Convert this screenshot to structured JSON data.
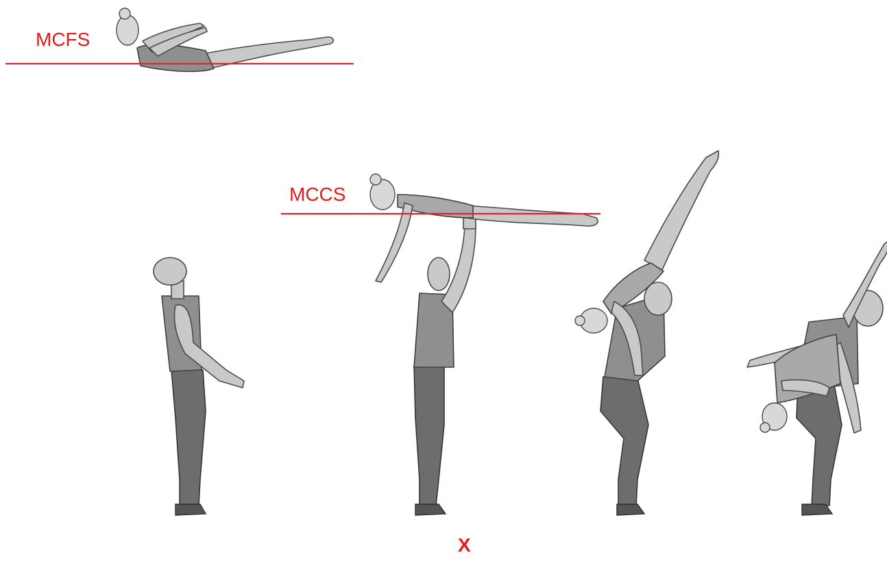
{
  "labels": {
    "mcfs": "MCFS",
    "mccs": "MCCS",
    "x": "X"
  },
  "colors": {
    "label_red": "#e21b1b",
    "line_red": "#d9262b",
    "figure_skin": "#c9c9c9",
    "figure_suit": "#8f8f8f",
    "figure_legs": "#6d6d6d"
  }
}
